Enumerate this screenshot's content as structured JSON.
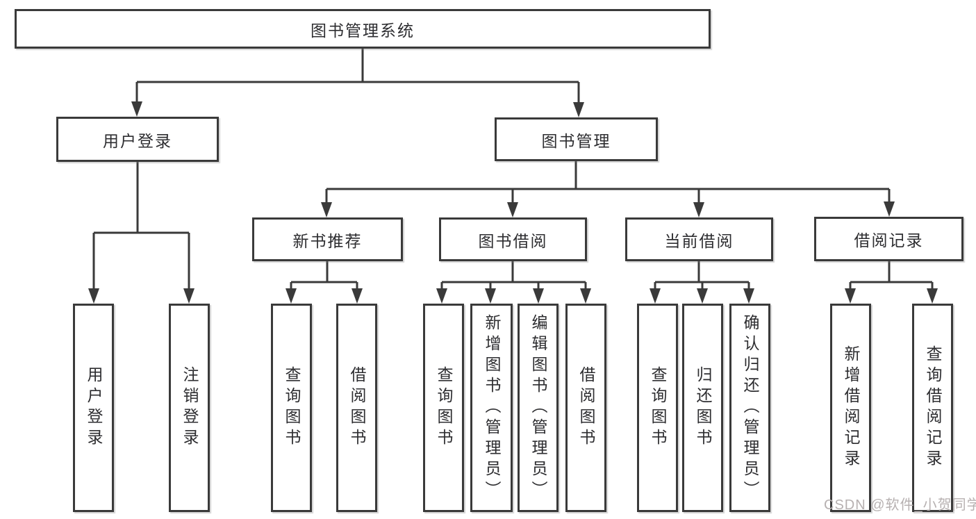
{
  "diagram_title": "图书管理系统",
  "tree": {
    "root": {
      "label": "图书管理系统",
      "children": [
        {
          "label": "用户登录",
          "children": [
            {
              "label": "用户登录"
            },
            {
              "label": "注销登录"
            }
          ]
        },
        {
          "label": "图书管理",
          "children": [
            {
              "label": "新书推荐",
              "children": [
                {
                  "label": "查询图书"
                },
                {
                  "label": "借阅图书"
                }
              ]
            },
            {
              "label": "图书借阅",
              "children": [
                {
                  "label": "查询图书"
                },
                {
                  "label": "新增图书（管理员）"
                },
                {
                  "label": "编辑图书（管理员）"
                },
                {
                  "label": "借阅图书"
                }
              ]
            },
            {
              "label": "当前借阅",
              "children": [
                {
                  "label": "查询图书"
                },
                {
                  "label": "归还图书"
                },
                {
                  "label": "确认归还（管理员）"
                }
              ]
            },
            {
              "label": "借阅记录",
              "children": [
                {
                  "label": "新增借阅记录"
                },
                {
                  "label": "查询借阅记录"
                }
              ]
            }
          ]
        }
      ]
    }
  },
  "watermark": {
    "text": "CSDN @软件_小贺同学"
  },
  "colors": {
    "line": "#3a3a3a",
    "box_border": "#3a3a3a",
    "text": "#2d2d30",
    "watermark": "#b7b1b1",
    "background": "#ffffff"
  }
}
